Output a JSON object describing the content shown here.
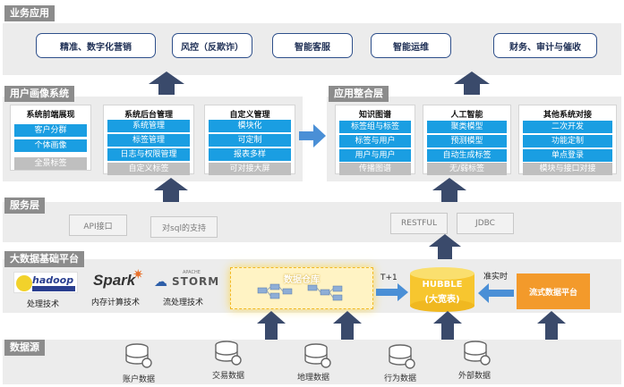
{
  "sections": {
    "business": "业务应用",
    "portrait": "用户画像系统",
    "integration": "应用整合层",
    "service": "服务层",
    "bigdata": "大数据基础平台",
    "datasource": "数据源"
  },
  "business_apps": [
    "精准、数字化营销",
    "风控（反欺诈）",
    "智能客服",
    "智能运维",
    "财务、审计与催收"
  ],
  "portrait_panels": [
    {
      "title": "系统前端展现",
      "items": [
        "客户分群",
        "个体画像"
      ],
      "footer": "全景标签"
    },
    {
      "title": "系统后台管理",
      "items": [
        "系统管理",
        "标签管理",
        "日志与权限管理"
      ],
      "footer": "自定义标签"
    },
    {
      "title": "自定义管理",
      "items": [
        "模块化",
        "可定制",
        "报表多样"
      ],
      "footer": "可对接大屏"
    }
  ],
  "integration_panels": [
    {
      "title": "知识图谱",
      "items": [
        "标签组与标签",
        "标签与用户",
        "用户与用户"
      ],
      "footer": "传播图谱"
    },
    {
      "title": "人工智能",
      "items": [
        "聚类模型",
        "预测模型",
        "自动生成标签"
      ],
      "footer": "无/弱标签"
    },
    {
      "title": "其他系统对接",
      "items": [
        "二次开发",
        "功能定制",
        "单点登录"
      ],
      "footer": "模块与接口对接"
    }
  ],
  "service_left": [
    "API接口",
    "对sql的支持"
  ],
  "service_right": [
    "RESTFUL",
    "JDBC"
  ],
  "bigdata": {
    "hadoop_logo": "hadoop",
    "hadoop_label": "处理技术",
    "spark_logo": "Spark",
    "spark_label": "内存计算技术",
    "storm_logo_small": "APACHE",
    "storm_logo": "STORM",
    "storm_label": "流处理技术",
    "warehouse": "数据仓库",
    "t1": "T+1",
    "hubble_line1": "HUBBLE",
    "hubble_line2": "(大宽表)",
    "realtime": "准实时",
    "stream_platform": "流式数据平台"
  },
  "data_sources": [
    "账户数据",
    "交易数据",
    "地理数据",
    "行为数据",
    "外部数据"
  ],
  "colors": {
    "band": "#ececec",
    "tag": "#8c8c8c",
    "navy": "#2e4f8a",
    "blue": "#1a9ee2",
    "orange": "#f39a2b",
    "hubble": "#f7c62f",
    "arrow": "#3a4a6b",
    "side_arrow": "#4a8fd6"
  }
}
